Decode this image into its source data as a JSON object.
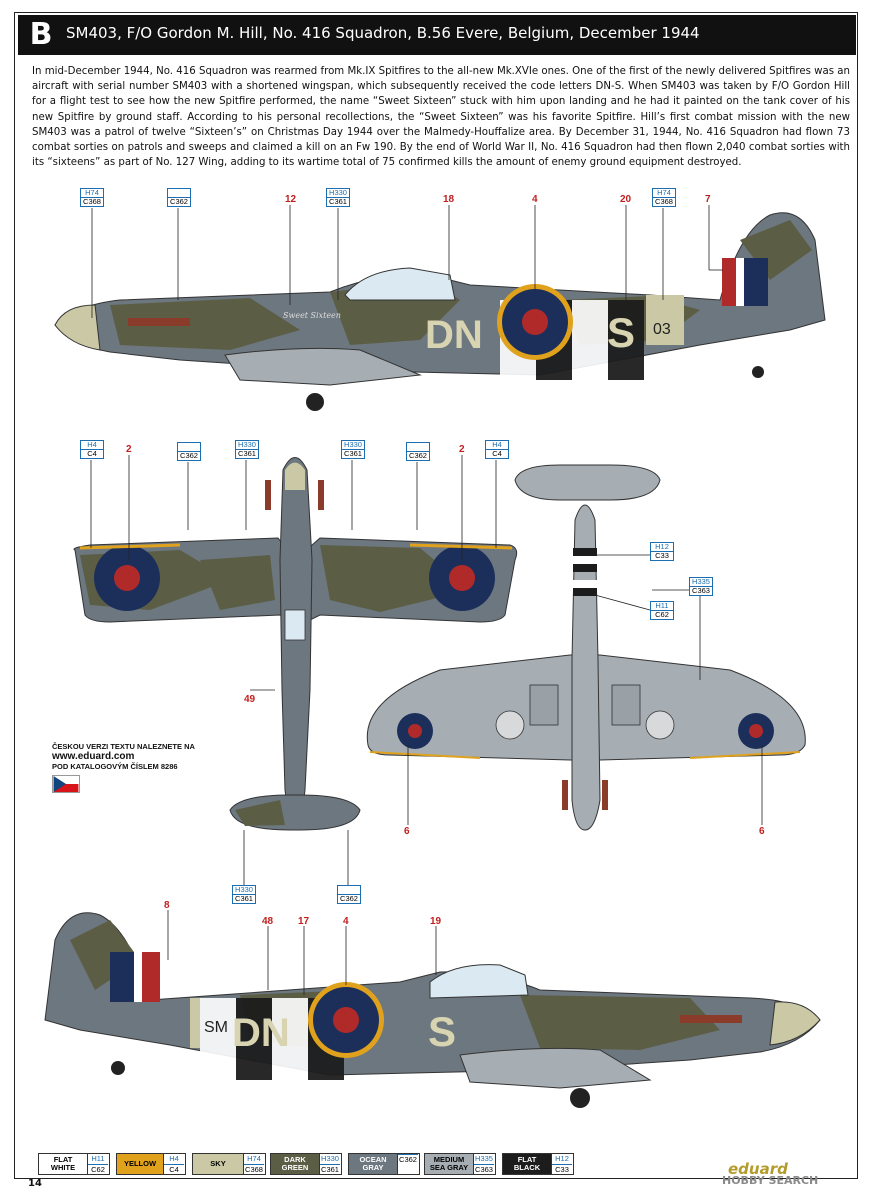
{
  "header": {
    "letter": "B",
    "title": "SM403, F/O Gordon M. Hill, No. 416 Squadron, B.56 Evere, Belgium, December 1944"
  },
  "intro": "In mid-December 1944, No. 416 Squadron was rearmed from Mk.IX Spitfires to the all-new Mk.XVIe ones. One of the first of the newly delivered Spitfires was an aircraft with serial number SM403 with a shortened wingspan, which subsequently received the code letters DN-S. When SM403 was taken by F/O Gordon Hill for a flight test to see how the new Spitfire performed, the name “Sweet Sixteen” stuck with him upon landing and he had it painted on the tank cover of his new Spitfire by ground staff. According to his personal recollections, the “Sweet Sixteen” was his favorite Spitfire. Hill’s first combat mission with the new SM403 was a patrol of twelve “Sixteen’s” on Christmas Day 1944 over the Malmedy-Houffalize area. By December 31, 1944, No. 416 Squadron had flown 73 combat sorties on patrols and sweeps and claimed a kill on an Fw 190. By the end of World War II, No. 416 Squadron had then flown 2,040 combat sorties with its “sixteens” as part of No. 127 Wing, adding to its wartime total of 75 confirmed kills the amount of enemy ground equipment destroyed.",
  "aircraft_markings": {
    "code_left": "DN",
    "code_right": "S",
    "serial_tail": "03",
    "serial_right_side": "SM",
    "nose_art": "Sweet Sixteen"
  },
  "callouts_top": [
    {
      "h": "H74",
      "c": "C368"
    },
    {
      "h": "",
      "c": "C362"
    },
    {
      "h": "H330",
      "c": "C361"
    },
    {
      "h": "H74",
      "c": "C368"
    }
  ],
  "callouts_planform": [
    {
      "h": "H4",
      "c": "C4"
    },
    {
      "h": "",
      "c": "C362"
    },
    {
      "h": "H330",
      "c": "C361"
    },
    {
      "h": "H330",
      "c": "C361"
    },
    {
      "h": "",
      "c": "C362"
    },
    {
      "h": "H4",
      "c": "C4"
    }
  ],
  "callouts_lower": [
    {
      "h": "H12",
      "c": "C33"
    },
    {
      "h": "H335",
      "c": "C363"
    },
    {
      "h": "H11",
      "c": "C62"
    }
  ],
  "callouts_tail": [
    {
      "h": "H330",
      "c": "C361"
    },
    {
      "h": "",
      "c": "C362"
    }
  ],
  "numbers": {
    "n12": "12",
    "n18": "18",
    "n4a": "4",
    "n20": "20",
    "n7": "7",
    "n2a": "2",
    "n2b": "2",
    "n49": "49",
    "n6a": "6",
    "n6b": "6",
    "n8": "8",
    "n48": "48",
    "n17": "17",
    "n4b": "4",
    "n19": "19"
  },
  "czech_note": {
    "line1": "ČESKOU VERZI TEXTU NALEZNETE NA",
    "url": "www.eduard.com",
    "line3": "POD KATALOGOVÝM ČÍSLEM 8286"
  },
  "legend": [
    {
      "name": "FLAT\nWHITE",
      "h": "H11",
      "c": "C62",
      "color": "#ffffff",
      "text": "#000000"
    },
    {
      "name": "YELLOW",
      "h": "H4",
      "c": "C4",
      "color": "#e0a21c",
      "text": "#000000"
    },
    {
      "name": "SKY",
      "h": "H74",
      "c": "C368",
      "color": "#cbc9a5",
      "text": "#000000"
    },
    {
      "name": "DARK\nGREEN",
      "h": "H330",
      "c": "C361",
      "color": "#5b5e45",
      "text": "#ffffff"
    },
    {
      "name": "OCEAN\nGRAY",
      "h": "",
      "c": "C362",
      "color": "#6d7780",
      "text": "#ffffff"
    },
    {
      "name": "MEDIUM\nSEA GRAY",
      "h": "H335",
      "c": "C363",
      "color": "#a7aeb3",
      "text": "#000000"
    },
    {
      "name": "FLAT\nBLACK",
      "h": "H12",
      "c": "C33",
      "color": "#1c1c1c",
      "text": "#ffffff"
    }
  ],
  "page_number": "14",
  "brand": "eduard",
  "watermark": "HOBBY SEARCH",
  "colors": {
    "dark_green": "#5b5e45",
    "ocean_gray": "#6d7780",
    "sky": "#cbc9a5",
    "medium_sea_gray": "#a7aeb3",
    "roundel_blue": "#1c2f5b",
    "roundel_red": "#b12a2a",
    "yellow": "#e0a21c",
    "callout_blue": "#1d6eb0",
    "number_red": "#c21e1e"
  }
}
